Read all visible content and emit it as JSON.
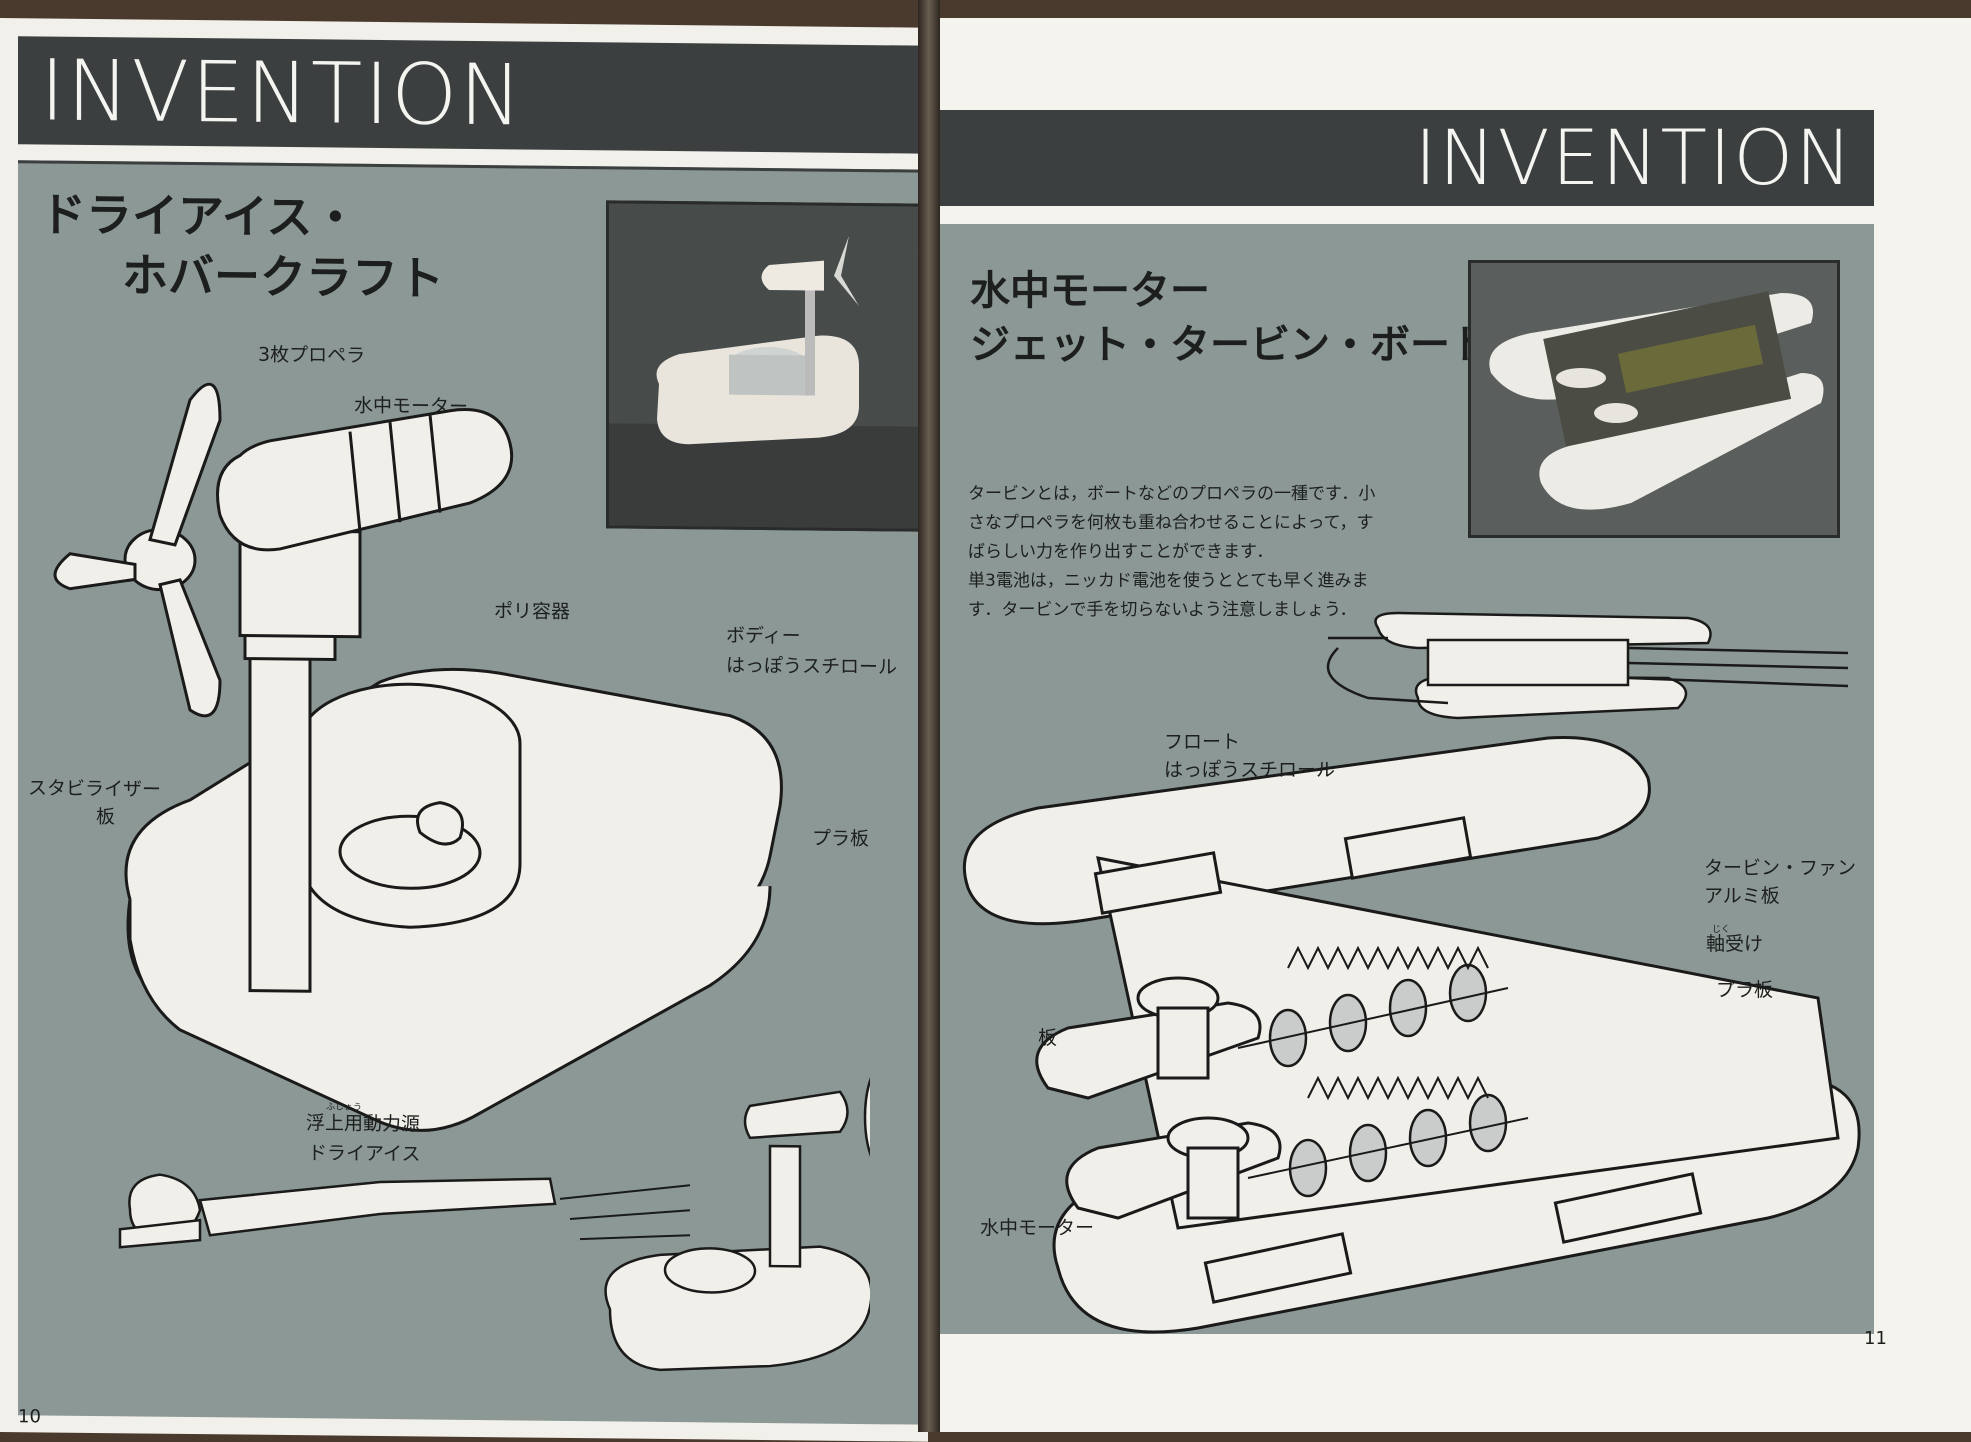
{
  "left": {
    "banner": "INVENTION",
    "title_line1": "ドライアイス・",
    "title_line2": "ホバークラフト",
    "labels": {
      "propeller": "3枚プロペラ",
      "motor": "水中モーター",
      "container": "ポリ容器",
      "body_line1": "ボディー",
      "body_line2": "はっぽうスチロール",
      "stabilizer_line1": "スタビライザー",
      "stabilizer_line2": "板",
      "plastic_plate": "プラ板",
      "power_ruby": "ふじょう",
      "power_line1": "浮上用動力源",
      "power_line2": "ドライアイス"
    },
    "page_number": "10"
  },
  "right": {
    "banner": "INVENTION",
    "title_line1": "水中モーター",
    "title_line2": "ジェット・タービン・ボート",
    "description": [
      "タービンとは，ボートなどのプロペラの一種です．小",
      "さなプロペラを何枚も重ね合わせることによって，す",
      "ばらしい力を作り出すことができます．",
      "単3電池は，ニッカド電池を使うととても早く進みま",
      "す．タービンで手を切らないよう注意しましょう．"
    ],
    "labels": {
      "float_line1": "フロート",
      "float_line2": "はっぽうスチロール",
      "turbine_fan": "タービン・ファン",
      "aluminum_plate": "アルミ板",
      "bearing_ruby": "じく",
      "bearing": "軸受け",
      "plastic_plate": "プラ板",
      "plate": "板",
      "motor": "水中モーター"
    },
    "page_number": "11"
  }
}
